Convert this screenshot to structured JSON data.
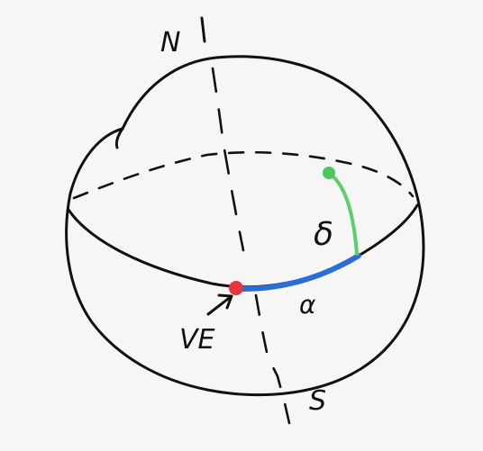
{
  "diagram": {
    "labels": {
      "north": "N",
      "south": "S",
      "declination": "δ",
      "right_ascension": "α",
      "vernal_equinox": "VE"
    },
    "colors": {
      "background": "#f6f6f4",
      "ink": "#111111",
      "right_ascension_arc": "#2b6cd8",
      "declination_arc": "#5ccf6a",
      "vernal_equinox_point": "#e8343f",
      "star_point": "#49c95c"
    }
  }
}
